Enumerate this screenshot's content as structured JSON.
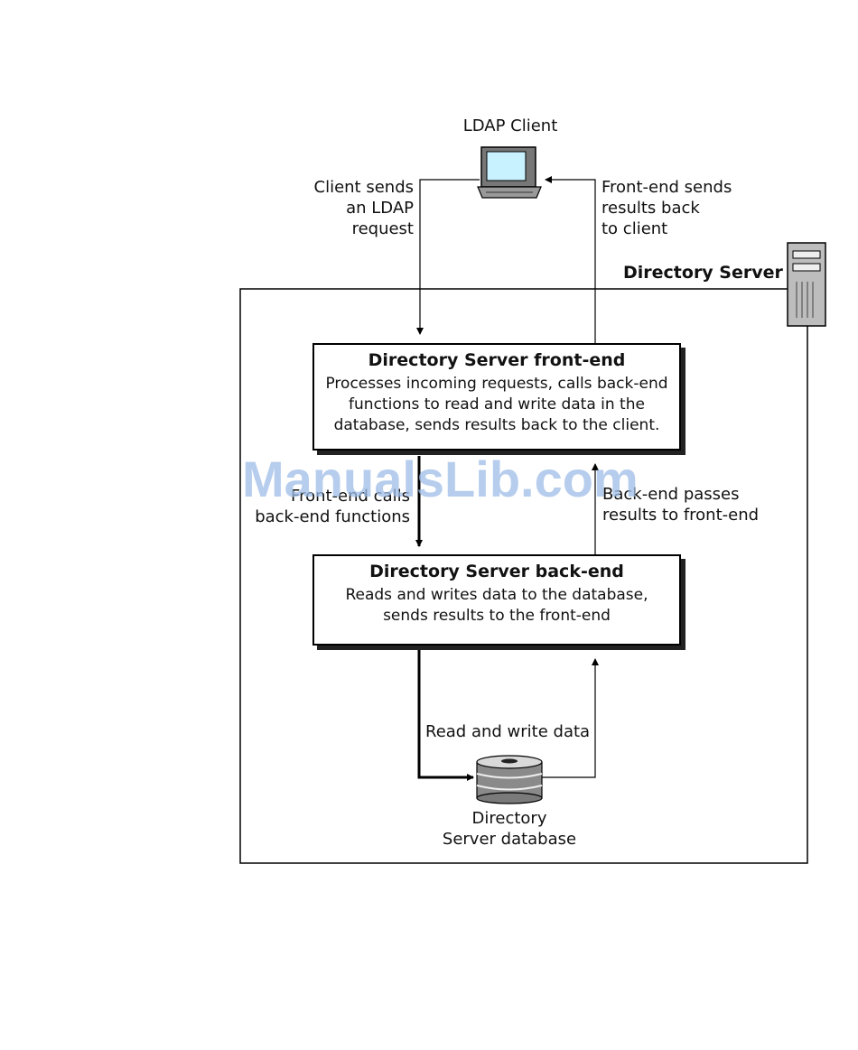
{
  "client": {
    "label": "LDAP Client"
  },
  "arrows": {
    "client_request": "Client sends\nan LDAP\nrequest",
    "results_back": "Front-end sends\nresults back\nto client",
    "calls_backend": "Front-end calls\nback-end functions",
    "passes_results": "Back-end passes\nresults to front-end",
    "read_write": "Read and write data"
  },
  "server": {
    "title": "Directory Server"
  },
  "frontend": {
    "title": "Directory Server front-end",
    "description": "Processes incoming requests, calls back-end\nfunctions to read and write data in the\ndatabase, sends results back to the client."
  },
  "backend": {
    "title": "Directory Server back-end",
    "description": "Reads and writes data to the database,\nsends results to the front-end"
  },
  "database": {
    "label": "Directory\nServer database"
  },
  "watermark": {
    "text": "ManualsLib.com"
  },
  "icons": {
    "client": "computer-monitor-icon",
    "server": "server-tower-icon",
    "database": "database-cylinder-icon"
  }
}
